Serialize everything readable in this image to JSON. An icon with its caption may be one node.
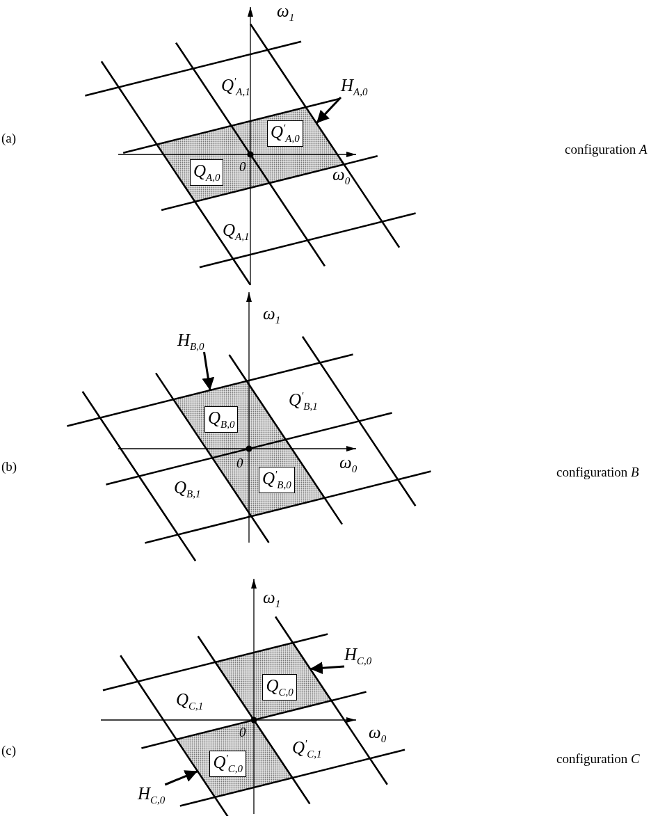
{
  "diagram": {
    "nodes": [
      {
        "text": [],
        "shape": "parallelogram"
      },
      {
        "text": [
          "Q$^{'}$$_{A,0}$"
        ],
        "in": 0
      },
      {
        "text": [
          "Q$_{A,0}$"
        ],
        "in": 0
      },
      {
        "text": [
          "H$_{A,0}$"
        ]
      },
      {
        "text": [],
        "shape": "parallelogram"
      },
      {
        "text": [
          "Q$_{B,0}$"
        ],
        "in": 4
      },
      {
        "text": [
          "Q$^{'}$$_{B,0}$"
        ],
        "in": 4
      },
      {
        "text": [
          "H$_{B,0}$"
        ]
      },
      {
        "text": [],
        "shape": "parallelogram"
      },
      {
        "text": [
          "Q$_{C,0}$"
        ],
        "in": 8
      },
      {
        "text": [
          "H$_{C,0}$"
        ]
      },
      {
        "text": [],
        "shape": "parallelogram"
      },
      {
        "text": [
          "Q$^{'}$$_{C,0}$"
        ],
        "in": 11
      },
      {
        "text": [
          "H$_{C,0}$"
        ]
      }
    ],
    "edges": [
      {
        "from": 3,
        "to": 0,
        "arrow": "to"
      },
      {
        "from": 7,
        "to": 4,
        "arrow": "to"
      },
      {
        "from": 10,
        "to": 8,
        "arrow": "to"
      },
      {
        "from": 13,
        "to": 11,
        "arrow": "to"
      }
    ],
    "labels": [
      "ω$_{1}$",
      "Q$^{'}$$_{A,1}$",
      "(a)",
      "0",
      "ω$_{0}$",
      "configuration *A*",
      "Q$_{A,1}$",
      "ω$_{1}$",
      "Q$^{'}$$_{B,1}$",
      "(b)",
      "0",
      "ω$_{0}$",
      "configuration *B*",
      "Q$_{B,1}$",
      "ω$_{1}$",
      "Q$_{C,1}$",
      "(c)",
      "0",
      "ω$_{0}$",
      "configuration *C*",
      "Q$^{'}$$_{C,1}$"
    ]
  }
}
